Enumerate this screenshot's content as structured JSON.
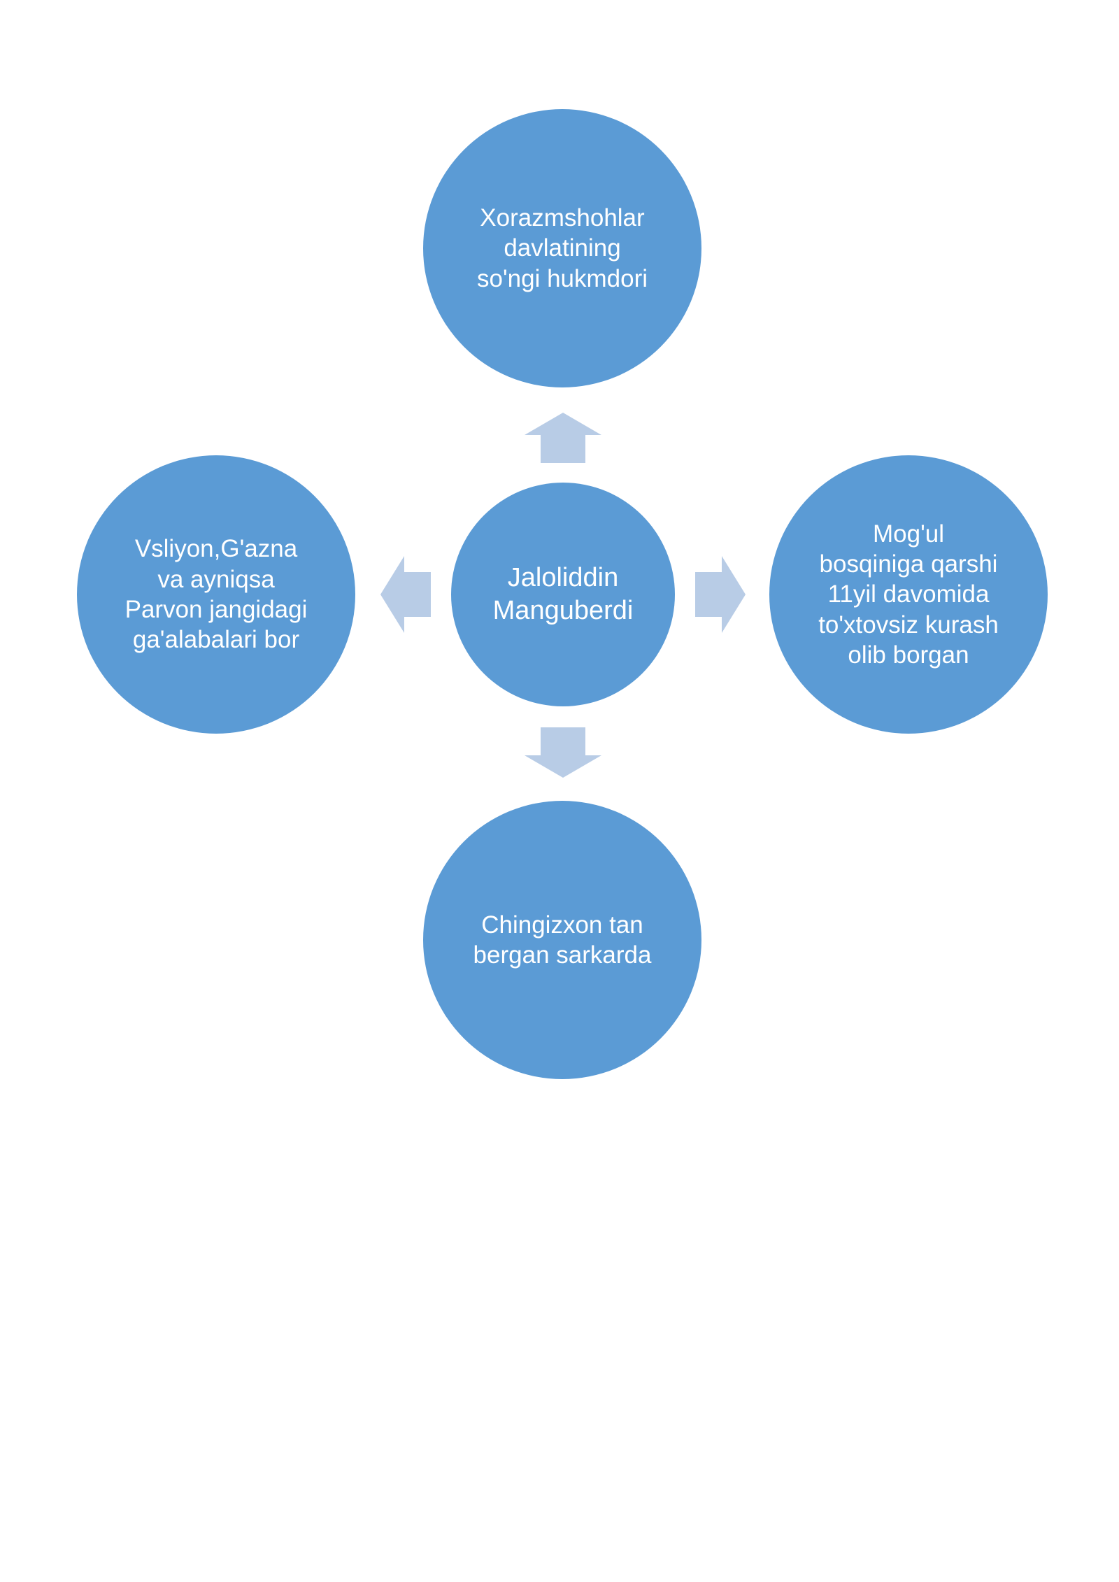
{
  "colors": {
    "node_fill": "#5B9BD5",
    "arrow_fill": "#B8CCE6",
    "text": "#FFFFFF",
    "background": "#FFFFFF"
  },
  "center": {
    "label": "Jaloliddin\nManguberdi"
  },
  "nodes": {
    "top": {
      "label": "Xorazmshohlar\ndavlatining\nso'ngi hukmdori"
    },
    "right": {
      "label": "Mog'ul\nbosqiniga qarshi\n11yil davomida\nto'xtovsiz kurash\nolib borgan"
    },
    "bottom": {
      "label": "Chingizxon tan\nbergan sarkarda"
    },
    "left": {
      "label": "Vsliyon,G'azna\nva ayniqsa\nParvon jangidagi\nga'alabalari bor"
    }
  }
}
